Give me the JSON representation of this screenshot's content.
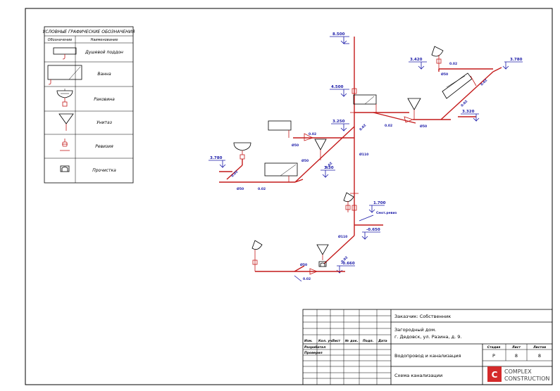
{
  "legend": {
    "title": "УСЛОВНЫЕ ГРАФИЧЕСКИЕ ОБОЗНАЧЕНИЯ",
    "col_symbol": "Обозначение",
    "col_name": "Наименование",
    "items": [
      {
        "name": "Душевой поддон",
        "icon": "shower-tray-icon"
      },
      {
        "name": "Ванна",
        "icon": "bathtub-icon"
      },
      {
        "name": "Раковина",
        "icon": "sink-icon"
      },
      {
        "name": "Унитаз",
        "icon": "toilet-icon"
      },
      {
        "name": "Ревизия",
        "icon": "revision-icon"
      },
      {
        "name": "Прочистка",
        "icon": "cleanout-icon"
      }
    ]
  },
  "drawing": {
    "levels": {
      "top": "8.500",
      "riser_revision": "4.500",
      "shower_level": "3.420",
      "right_end": "3.780",
      "bath_right": "3.320",
      "mid_joint": "3.250",
      "left_end": "3.780",
      "under_wc": "3.30",
      "riser_lower_revision": "1.700",
      "basement_top": "-0.650",
      "basement_low": "-0.660"
    },
    "slopes": {
      "shower_branch": "0.02",
      "right_branch": "0.02",
      "right_diag": "0.02",
      "toilet_joint": "0.02",
      "upper_left": "0.02",
      "center_diag": "0.02",
      "riser_top": "0.02",
      "left_diag": "0.02",
      "left_bottom": "0.02",
      "basement_mid": "0.02",
      "basement_left": "0.02"
    },
    "diameters": {
      "shower_branch": "Ø50",
      "toilet_branch": "Ø50",
      "left_upper": "Ø50",
      "wc_branch": "Ø50",
      "left_bottom": "Ø50",
      "riser": "Ø110",
      "basement_riser": "Ø110",
      "basement_left": "Ø50"
    },
    "cleanout_note": "Смот.ревиз"
  },
  "title_block": {
    "customer": "Заказчик: Собственник",
    "object_line1": "Загородный дом.",
    "object_line2": "г. Дедовск, ул. Разина, д. 9.",
    "section": "Водопровод и канализация",
    "sheet_name": "Схема канализации",
    "headers": {
      "izm": "Изм.",
      "kol": "Кол. уч.",
      "list": "Лист",
      "ndok": "№ док.",
      "podp": "Подп.",
      "data": "Дата"
    },
    "roles": {
      "developed": "Разработал",
      "checked": "Проверил"
    },
    "stage_label": "Стадия",
    "sheet_label": "Лист",
    "sheets_label": "Листов",
    "stage": "Р",
    "sheet": "8",
    "sheets": "8",
    "logo": {
      "letter": "C",
      "line1": "COMPLEX",
      "line2": "CONSTRUCTION",
      "accent": "#d42a2a"
    }
  }
}
